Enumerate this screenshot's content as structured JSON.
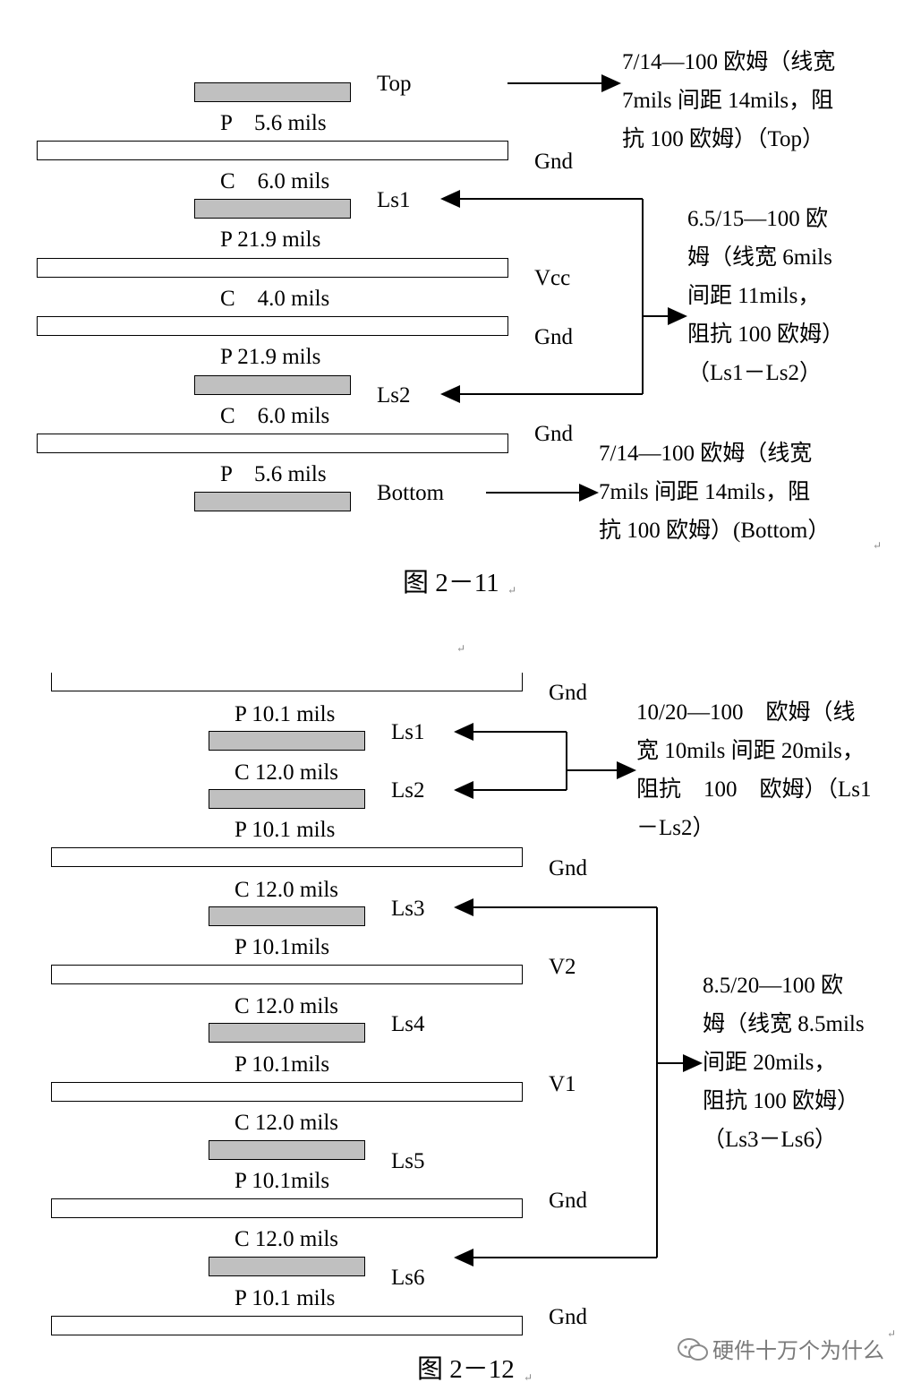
{
  "figure1": {
    "caption": "图 2－11",
    "layers": {
      "top": "Top",
      "gnd1": "Gnd",
      "ls1": "Ls1",
      "vcc": "Vcc",
      "gnd2": "Gnd",
      "ls2": "Ls2",
      "gnd3": "Gnd",
      "bottom": "Bottom"
    },
    "spacings": {
      "s1": "P　5.6 mils",
      "s2": "C　6.0 mils",
      "s3": "P 21.9 mils",
      "s4": "C　4.0 mils",
      "s5": "P 21.9 mils",
      "s6": "C　6.0 mils",
      "s7": "P　5.6 mils"
    },
    "notes": {
      "top": [
        "7/14—100 欧姆（线宽",
        "7mils 间距 14mils，阻",
        "抗 100 欧姆）（Top）"
      ],
      "inner": [
        "6.5/15—100 欧",
        "姆（线宽 6mils",
        "间距 11mils，",
        "阻抗 100 欧姆）",
        "（Ls1－Ls2）"
      ],
      "bottom": [
        "7/14—100 欧姆（线宽",
        "7mils 间距 14mils，阻",
        "抗 100 欧姆）(Bottom）"
      ]
    }
  },
  "figure2": {
    "caption": "图 2－12",
    "layers": {
      "gnd1": "Gnd",
      "ls1": "Ls1",
      "ls2": "Ls2",
      "gnd2": "Gnd",
      "ls3": "Ls3",
      "v2": "V2",
      "ls4": "Ls4",
      "v1": "V1",
      "ls5": "Ls5",
      "gnd3": "Gnd",
      "ls6": "Ls6",
      "gnd4": "Gnd"
    },
    "spacings": {
      "s1": "P 10.1 mils",
      "s2": "C 12.0 mils",
      "s3": "P 10.1 mils",
      "s4": "C 12.0 mils",
      "s5": "P 10.1mils",
      "s6": "C 12.0 mils",
      "s7": "P 10.1mils",
      "s8": "C 12.0 mils",
      "s9": "P 10.1mils",
      "s10": "C 12.0 mils",
      "s11": "P 10.1 mils"
    },
    "notes": {
      "pair1": [
        "10/20—100　欧姆（线",
        "宽 10mils 间距 20mils，",
        "阻抗　100　欧姆）（Ls1",
        "－Ls2）"
      ],
      "pair2": [
        "8.5/20—100 欧",
        "姆（线宽 8.5mils",
        "间距 20mils，",
        "阻抗 100 欧姆）",
        "（Ls3－Ls6）"
      ]
    }
  },
  "paragraph_mark": "↵",
  "watermark": "硬件十万个为什么",
  "colors": {
    "signal_fill": "#c0c0c0",
    "plane_fill": "#ffffff",
    "line": "#000000"
  }
}
